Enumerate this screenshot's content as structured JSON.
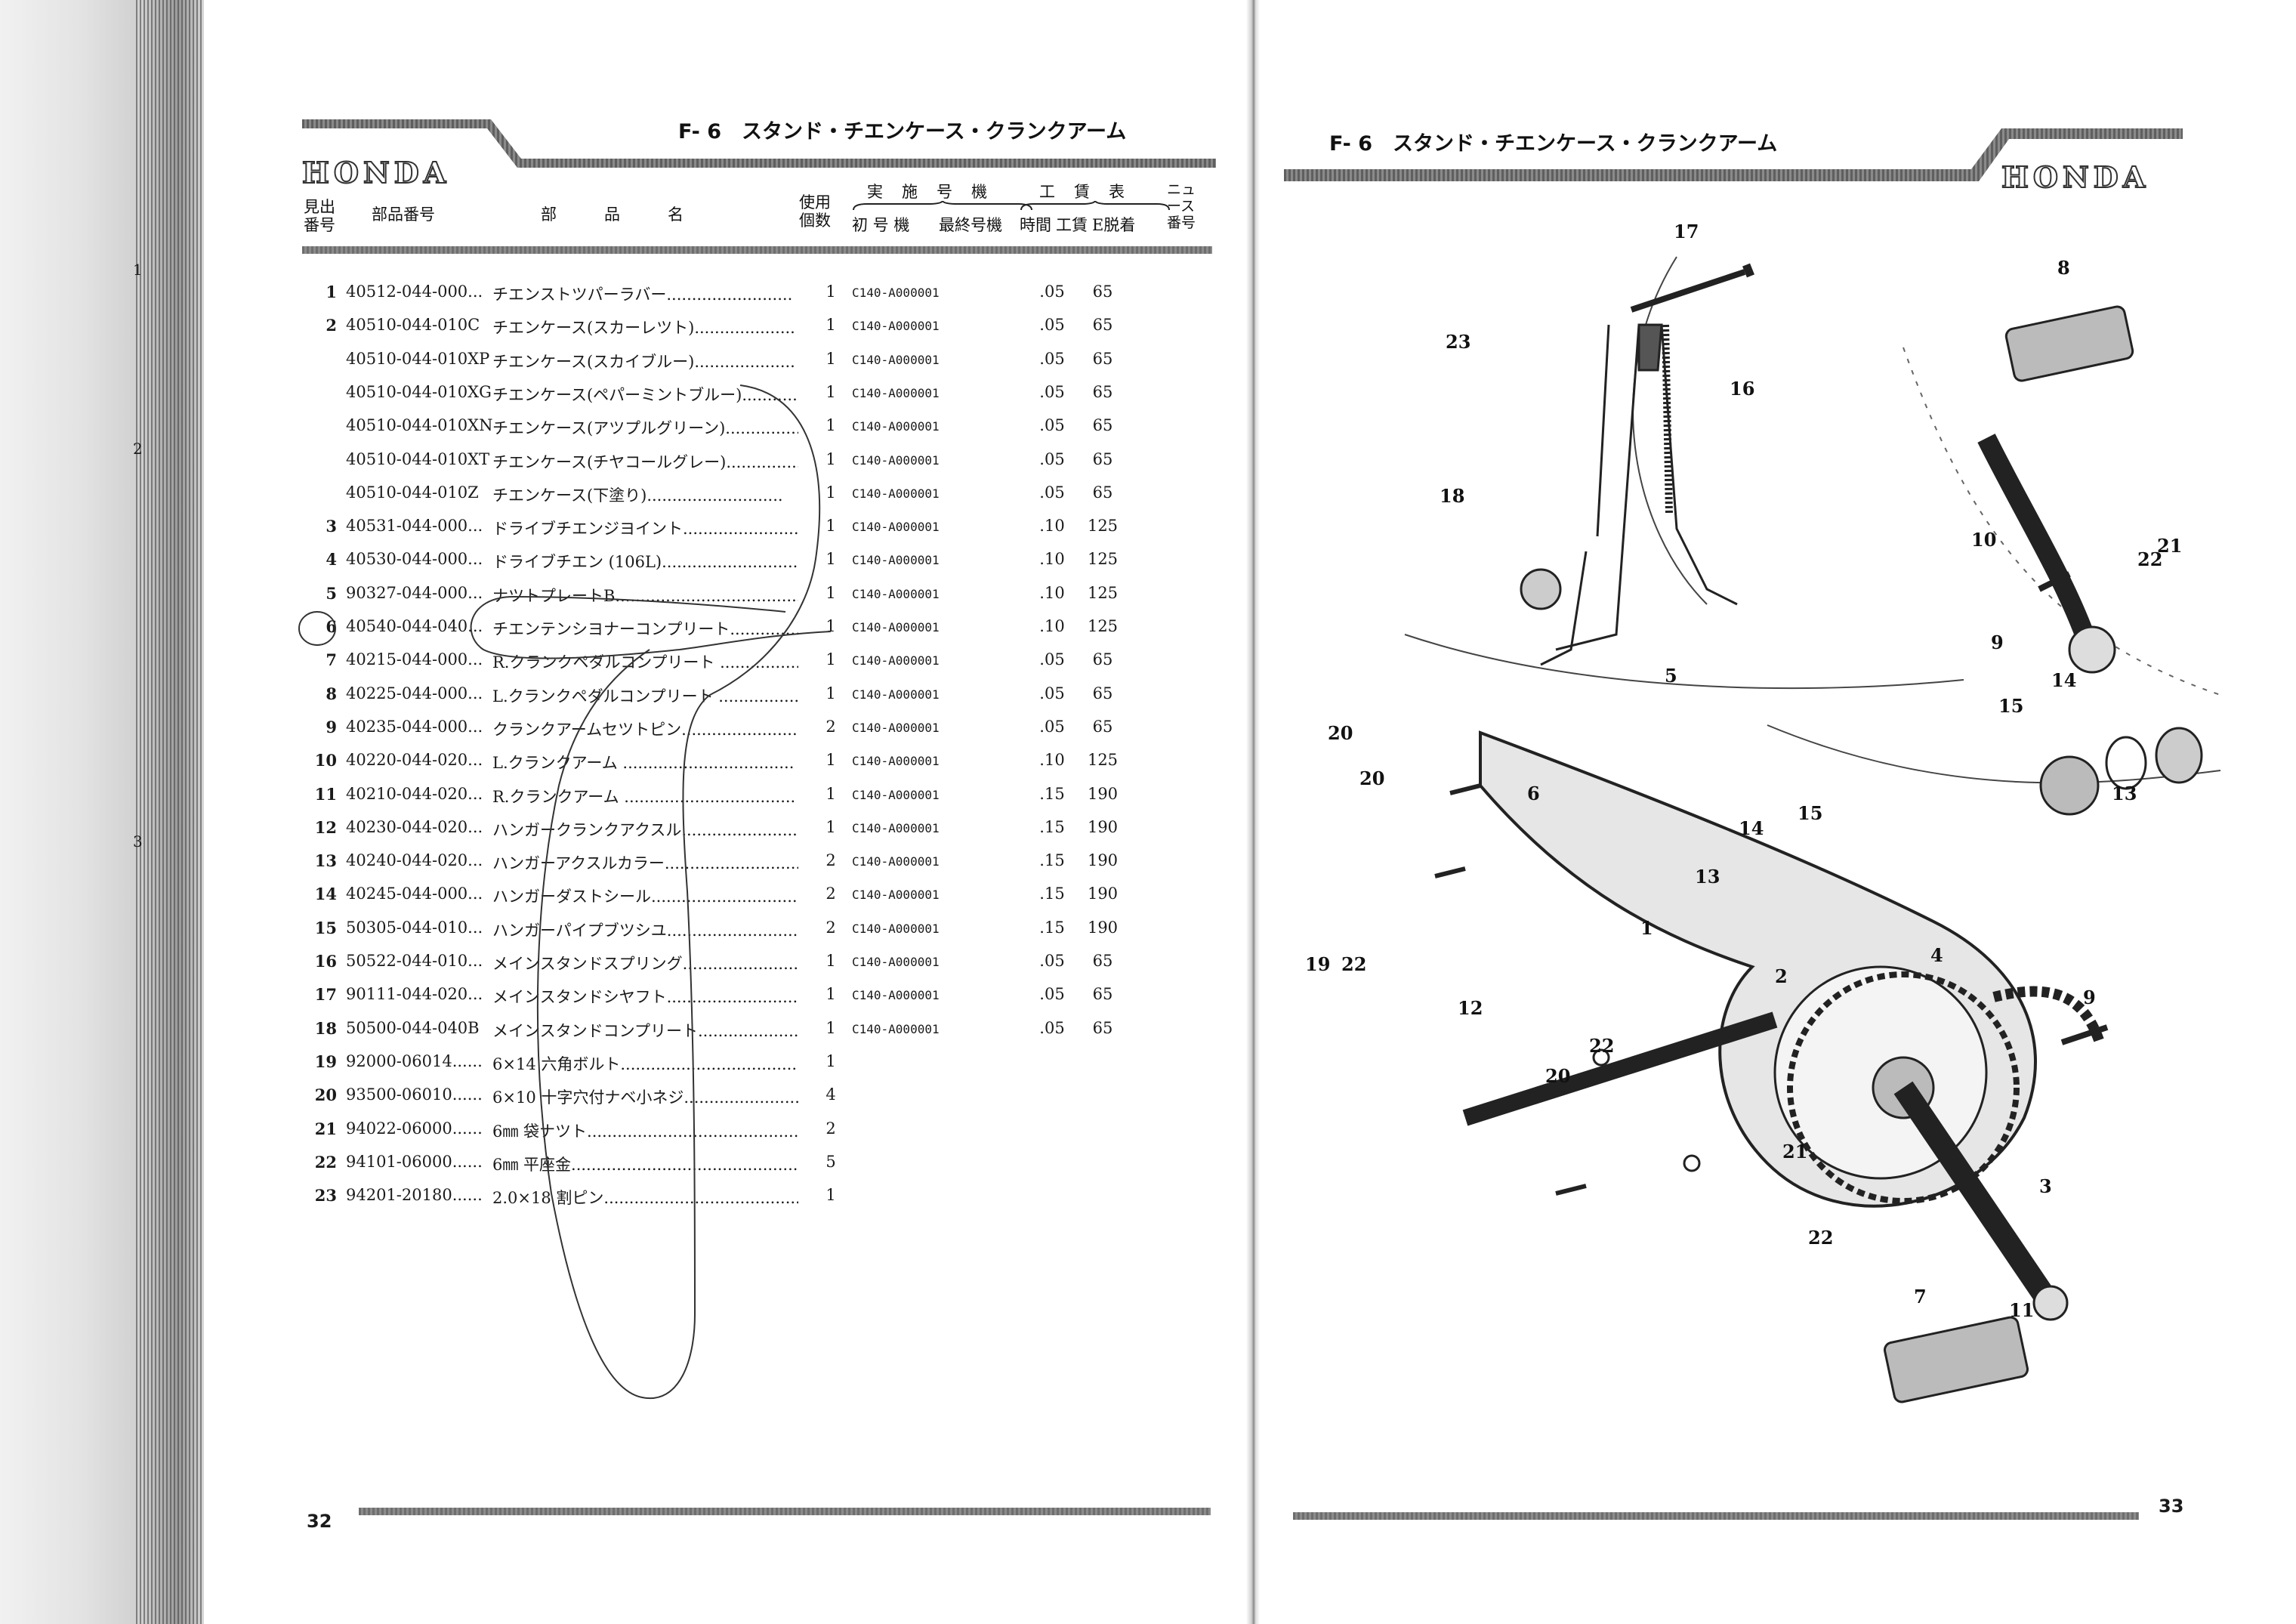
{
  "left_page": {
    "logo": "HONDA",
    "title": "F- 6　スタンド・チエンケース・クランクアーム",
    "headers": {
      "ref_no": "見出\n番号",
      "part_no": "部品番号",
      "name": "部　　　品　　　名",
      "qty": "使用\n個数",
      "impl_group": "実　施　号　機",
      "first": "初 号 機",
      "last": "最終号機",
      "labor_group": "工　賃　表",
      "time": "時間",
      "fee": "工賃",
      "e_detach": "E脱着",
      "news": "ニュース番号"
    },
    "rows": [
      {
        "no": "1",
        "part": "40512-044-000...",
        "name": "チエンストツパーラバー.........................",
        "qty": "1",
        "first": "C140-A000001",
        "time": ".05",
        "fee": "65"
      },
      {
        "no": "2",
        "part": "40510-044-010C",
        "name": "チエンケース(スカーレツト)....................",
        "qty": "1",
        "first": "C140-A000001",
        "time": ".05",
        "fee": "65"
      },
      {
        "no": "",
        "part": "40510-044-010XP",
        "name": "チエンケース(スカイブルー)....................",
        "qty": "1",
        "first": "C140-A000001",
        "time": ".05",
        "fee": "65"
      },
      {
        "no": "",
        "part": "40510-044-010XG",
        "name": "チエンケース(ペパーミントブルー)...........",
        "qty": "1",
        "first": "C140-A000001",
        "time": ".05",
        "fee": "65"
      },
      {
        "no": "",
        "part": "40510-044-010XN",
        "name": "チエンケース(アツプルグリーン)...............",
        "qty": "1",
        "first": "C140-A000001",
        "time": ".05",
        "fee": "65"
      },
      {
        "no": "",
        "part": "40510-044-010XT",
        "name": "チエンケース(チヤコールグレー)...............",
        "qty": "1",
        "first": "C140-A000001",
        "time": ".05",
        "fee": "65"
      },
      {
        "no": "",
        "part": "40510-044-010Z",
        "name": "チエンケース(下塗り)...........................",
        "qty": "1",
        "first": "C140-A000001",
        "time": ".05",
        "fee": "65"
      },
      {
        "no": "3",
        "part": "40531-044-000...",
        "name": "ドライブチエンジヨイント........................",
        "qty": "1",
        "first": "C140-A000001",
        "time": ".10",
        "fee": "125"
      },
      {
        "no": "4",
        "part": "40530-044-000...",
        "name": "ドライブチエン (106L)...........................",
        "qty": "1",
        "first": "C140-A000001",
        "time": ".10",
        "fee": "125"
      },
      {
        "no": "5",
        "part": "90327-044-000...",
        "name": "ナツトプレートB.....................................",
        "qty": "1",
        "first": "C140-A000001",
        "time": ".10",
        "fee": "125"
      },
      {
        "no": "6",
        "part": "40540-044-040...",
        "name": "チエンテンシヨナーコンプリート................",
        "qty": "1",
        "first": "C140-A000001",
        "time": ".10",
        "fee": "125"
      },
      {
        "no": "7",
        "part": "40215-044-000...",
        "name": "R.クランクペダルコンプリート ..................",
        "qty": "1",
        "first": "C140-A000001",
        "time": ".05",
        "fee": "65"
      },
      {
        "no": "8",
        "part": "40225-044-000...",
        "name": "L.クランクペダルコンプリート ..................",
        "qty": "1",
        "first": "C140-A000001",
        "time": ".05",
        "fee": "65"
      },
      {
        "no": "9",
        "part": "40235-044-000...",
        "name": "クランクアームセツトピン.........................",
        "qty": "2",
        "first": "C140-A000001",
        "time": ".05",
        "fee": "65"
      },
      {
        "no": "10",
        "part": "40220-044-020...",
        "name": "L.クランクアーム ..................................",
        "qty": "1",
        "first": "C140-A000001",
        "time": ".10",
        "fee": "125"
      },
      {
        "no": "11",
        "part": "40210-044-020...",
        "name": "R.クランクアーム ..................................",
        "qty": "1",
        "first": "C140-A000001",
        "time": ".15",
        "fee": "190"
      },
      {
        "no": "12",
        "part": "40230-044-020...",
        "name": "ハンガークランクアクスル.........................",
        "qty": "1",
        "first": "C140-A000001",
        "time": ".15",
        "fee": "190"
      },
      {
        "no": "13",
        "part": "40240-044-020...",
        "name": "ハンガーアクスルカラー............................",
        "qty": "2",
        "first": "C140-A000001",
        "time": ".15",
        "fee": "190"
      },
      {
        "no": "14",
        "part": "40245-044-000...",
        "name": "ハンガーダストシール...............................",
        "qty": "2",
        "first": "C140-A000001",
        "time": ".15",
        "fee": "190"
      },
      {
        "no": "15",
        "part": "50305-044-010...",
        "name": "ハンガーパイプブツシユ............................",
        "qty": "2",
        "first": "C140-A000001",
        "time": ".15",
        "fee": "190"
      },
      {
        "no": "16",
        "part": "50522-044-010...",
        "name": "メインスタンドスプリング.........................",
        "qty": "1",
        "first": "C140-A000001",
        "time": ".05",
        "fee": "65"
      },
      {
        "no": "17",
        "part": "90111-044-020...",
        "name": "メインスタンドシヤフト............................",
        "qty": "1",
        "first": "C140-A000001",
        "time": ".05",
        "fee": "65"
      },
      {
        "no": "18",
        "part": "50500-044-040B",
        "name": "メインスタンドコンプリート.......................",
        "qty": "1",
        "first": "C140-A000001",
        "time": ".05",
        "fee": "65"
      },
      {
        "no": "19",
        "part": "92000-06014......",
        "name": "6×14 六角ボルト.....................................",
        "qty": "1",
        "first": "",
        "time": "",
        "fee": ""
      },
      {
        "no": "20",
        "part": "93500-06010......",
        "name": "6×10 十字穴付ナベ小ネジ.........................",
        "qty": "4",
        "first": "",
        "time": "",
        "fee": ""
      },
      {
        "no": "21",
        "part": "94022-06000......",
        "name": "6㎜ 袋ナツト..........................................",
        "qty": "2",
        "first": "",
        "time": "",
        "fee": ""
      },
      {
        "no": "22",
        "part": "94101-06000......",
        "name": "6㎜ 平座金.............................................",
        "qty": "5",
        "first": "",
        "time": "",
        "fee": ""
      },
      {
        "no": "23",
        "part": "94201-20180......",
        "name": "2.0×18 割ピン.......................................",
        "qty": "1",
        "first": "",
        "time": "",
        "fee": ""
      }
    ],
    "page_number": "32"
  },
  "right_page": {
    "title": "F- 6　スタンド・チエンケース・クランクアーム",
    "logo": "HONDA",
    "page_number": "33",
    "callouts": [
      "17",
      "8",
      "23",
      "16",
      "18",
      "10",
      "22",
      "21",
      "9",
      "14",
      "5",
      "15",
      "13",
      "20",
      "20",
      "6",
      "15",
      "14",
      "13",
      "1",
      "19",
      "22",
      "4",
      "9",
      "12",
      "2",
      "22",
      "20",
      "3",
      "21",
      "22",
      "7",
      "11"
    ]
  },
  "margin_marks": [
    "1",
    "2",
    "3"
  ]
}
